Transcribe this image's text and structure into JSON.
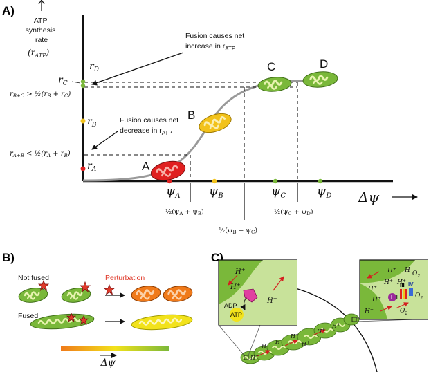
{
  "panel_a": {
    "label": "A)",
    "y_axis_title": [
      "ATP",
      "synthesis",
      "rate"
    ],
    "y_axis_symbol": "(r",
    "y_axis_symbol_sub": "ATP",
    "y_axis_symbol_close": ")",
    "x_axis_symbol": "Δψ",
    "points": [
      {
        "name": "A",
        "color": "#e02020"
      },
      {
        "name": "B",
        "color": "#f2c21b"
      },
      {
        "name": "C",
        "color": "#7ab83a"
      },
      {
        "name": "D",
        "color": "#7ab83a"
      }
    ],
    "y_ticks": {
      "rD": "r",
      "rD_sub": "D",
      "rC": "r",
      "rC_sub": "C",
      "rB": "r",
      "rB_sub": "B",
      "rA": "r",
      "rA_sub": "A",
      "rBC_left": "r",
      "rBC_left_sub": "B+C",
      "rBC_rel": " > ½(r",
      "rBC_mid_sub": "B",
      "rBC_plus": " + r",
      "rBC_end_sub": "C",
      "rBC_close": ")",
      "rAB_left": "r",
      "rAB_left_sub": "A+B",
      "rAB_rel": " < ½(r",
      "rAB_mid_sub": "A",
      "rAB_plus": " + r",
      "rAB_end_sub": "B",
      "rAB_close": ")"
    },
    "x_ticks": {
      "psiA": "ψ",
      "psiA_sub": "A",
      "psiB": "ψ",
      "psiB_sub": "B",
      "psiC": "ψ",
      "psiC_sub": "C",
      "psiD": "ψ",
      "psiD_sub": "D",
      "avgAB": "½(ψ",
      "avgAB_s1": "A",
      "avgAB_plus": " + ψ",
      "avgAB_s2": "B",
      "avgAB_close": ")",
      "avgBC": "½(ψ",
      "avgBC_s1": "B",
      "avgBC_plus": " + ψ",
      "avgBC_s2": "C",
      "avgBC_close": ")",
      "avgCD": "½(ψ",
      "avgCD_s1": "C",
      "avgCD_plus": " + ψ",
      "avgCD_s2": "D",
      "avgCD_close": ")"
    },
    "annotation_increase": [
      "Fusion causes net",
      "increase in r"
    ],
    "annotation_increase_sub": "ATP",
    "annotation_decrease": [
      "Fusion causes net",
      "decrease in r"
    ],
    "annotation_decrease_sub": "ATP"
  },
  "panel_b": {
    "label": "B)",
    "not_fused": "Not fused",
    "fused": "Fused",
    "perturbation": "Perturbation",
    "perturbation_color": "#e03a2a",
    "gradient_label": "Δψ",
    "gradient_colors": [
      "#f07a1a",
      "#f2e21b",
      "#7ab83a"
    ]
  },
  "panel_c": {
    "label": "C)",
    "left_inset": {
      "h1": "H",
      "h2": "H",
      "h3": "H",
      "plus": "+",
      "adp": "ADP",
      "atp": "ATP"
    },
    "right_inset": {
      "h": "H",
      "plus": "+",
      "o2": "O",
      "two": "2",
      "complexes": [
        "I",
        "II",
        "III",
        "IV"
      ]
    },
    "strand_h": "H",
    "strand_plus": "+"
  }
}
